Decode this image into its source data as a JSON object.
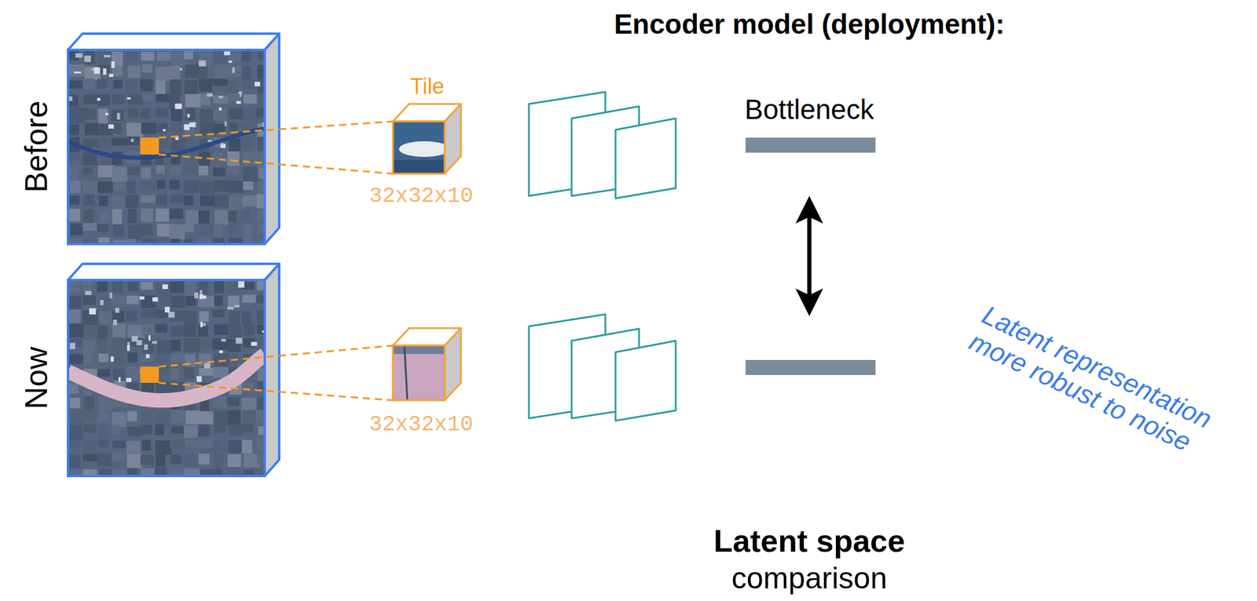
{
  "diagram": {
    "title": "Encoder model (deployment):",
    "nodes": [
      {
        "text": [
          "Before"
        ]
      },
      {
        "text": [
          "Tile",
          "32x32x10"
        ]
      },
      {
        "text": [
          "Now"
        ]
      },
      {
        "text": [
          "32x32x10"
        ]
      }
    ],
    "edges": [
      {
        "from": 0,
        "to": 1,
        "arrow": "none"
      },
      {
        "from": 2,
        "to": 3,
        "arrow": "none"
      }
    ],
    "labels": [
      "Bottleneck",
      "Latent representation more robust to noise",
      "Latent space",
      "comparison"
    ]
  }
}
